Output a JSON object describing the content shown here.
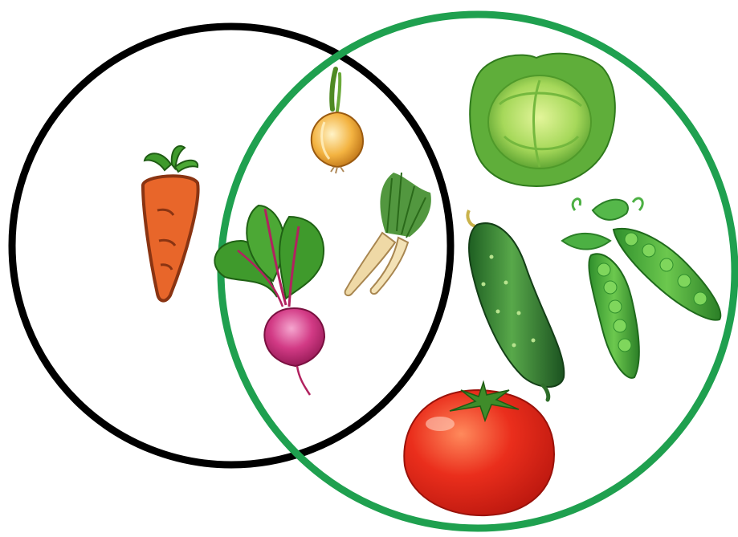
{
  "diagram": {
    "type": "venn",
    "sets": [
      {
        "id": "left-set",
        "outline_color": "#000000",
        "members": [
          "carrot",
          "onion",
          "beetroot",
          "parsnip"
        ]
      },
      {
        "id": "right-set",
        "outline_color": "#1fa04f",
        "members": [
          "onion",
          "beetroot",
          "parsnip",
          "cabbage",
          "cucumber",
          "peas",
          "tomato"
        ]
      }
    ],
    "items": [
      {
        "name": "carrot",
        "region": "left-only"
      },
      {
        "name": "onion",
        "region": "overlap"
      },
      {
        "name": "beetroot",
        "region": "overlap"
      },
      {
        "name": "parsnip",
        "region": "overlap"
      },
      {
        "name": "cabbage",
        "region": "right-only"
      },
      {
        "name": "cucumber",
        "region": "right-only"
      },
      {
        "name": "peas",
        "region": "right-only"
      },
      {
        "name": "tomato",
        "region": "right-only"
      }
    ]
  },
  "colors": {
    "background": "#ffffff",
    "left_circle": "#000000",
    "right_circle": "#1fa04f",
    "carrot": "#e8662a",
    "leaf_green": "#3f9a2c",
    "beet": "#c4266f",
    "tomato": "#e52a1e",
    "cabbage": "#8fcf4a",
    "cucumber": "#2e7d2e",
    "pea": "#4cb043",
    "onion": "#e69a2a",
    "parsnip": "#efd9a6"
  }
}
